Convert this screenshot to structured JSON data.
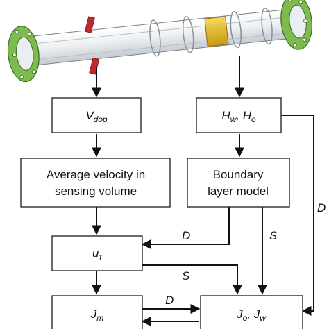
{
  "nodes": {
    "vdop": {
      "main": "V",
      "sub": "dop"
    },
    "hw_ho": {
      "a_main": "H",
      "a_sub": "w",
      "sep": ", ",
      "b_main": "H",
      "b_sub": "o"
    },
    "avg_velocity": {
      "line1": "Average velocity in",
      "line2": "sensing volume"
    },
    "boundary": {
      "line1": "Boundary",
      "line2": "layer model"
    },
    "u_tau": {
      "main": "u",
      "sub": "τ"
    },
    "jm": {
      "main": "J",
      "sub": "m"
    },
    "jo_jw": {
      "a_main": "J",
      "a_sub": "o",
      "sep": ", ",
      "b_main": "J",
      "b_sub": "w"
    }
  },
  "edge_labels": {
    "d_boundary_to_u": "D",
    "s_boundary_to_j": "S",
    "s_u_to_j": "S",
    "d_jm_to_j": "D",
    "d_right": "D"
  },
  "colors": {
    "flange": "#7dbb4f",
    "band_red": "#c0282d",
    "band_yellow": "#e0b71c",
    "pipe": "#eef0f2",
    "line": "#111111"
  }
}
